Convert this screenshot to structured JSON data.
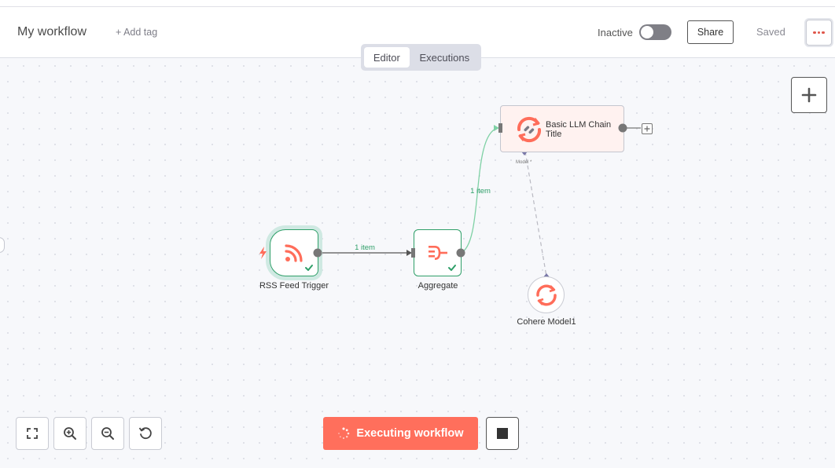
{
  "header": {
    "workflow_name": "My workflow",
    "add_tag_label": "+ Add tag",
    "active_status_label": "Inactive",
    "share_label": "Share",
    "save_status": "Saved"
  },
  "tabs": [
    {
      "label": "Editor",
      "active": true
    },
    {
      "label": "Executions",
      "active": false
    }
  ],
  "nodes": {
    "rss": {
      "label": "RSS Feed Trigger",
      "icon": "rss-icon",
      "status": "success"
    },
    "aggregate": {
      "label": "Aggregate",
      "icon": "aggregate-icon",
      "status": "success"
    },
    "llm": {
      "label": "Basic LLM Chain Title",
      "icon": "llm-chain-icon",
      "status": "running"
    },
    "cohere": {
      "label": "Cohere Model1",
      "icon": "cohere-icon"
    }
  },
  "connections": [
    {
      "from": "RSS Feed Trigger",
      "to": "Aggregate",
      "label": "1 item"
    },
    {
      "from": "Aggregate",
      "to": "Basic LLM Chain Title",
      "label": "1 item"
    }
  ],
  "llm_input": {
    "label": "Model *"
  },
  "controls": {
    "execute_label": "Executing workflow",
    "icons": [
      "fit-view-icon",
      "zoom-in-icon",
      "zoom-out-icon",
      "reset-zoom-icon",
      "stop-icon"
    ]
  },
  "colors": {
    "accent": "#ff6f5c",
    "success": "#2f9f69",
    "connection": "#555555",
    "active_connection": "#7fd1a5"
  }
}
